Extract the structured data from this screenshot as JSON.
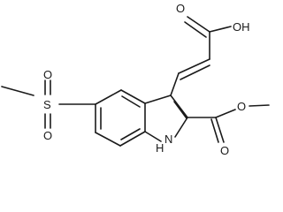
{
  "molecule": {
    "atom_labels": {
      "oh": "OH",
      "o_carbonyl_acid": "O",
      "o_ester_carbonyl": "O",
      "o_ester_ether": "O",
      "sulfur": "S",
      "o_sulfonyl_top": "O",
      "o_sulfonyl_bottom": "O",
      "nh_h": "H",
      "nh_n": "N"
    }
  }
}
